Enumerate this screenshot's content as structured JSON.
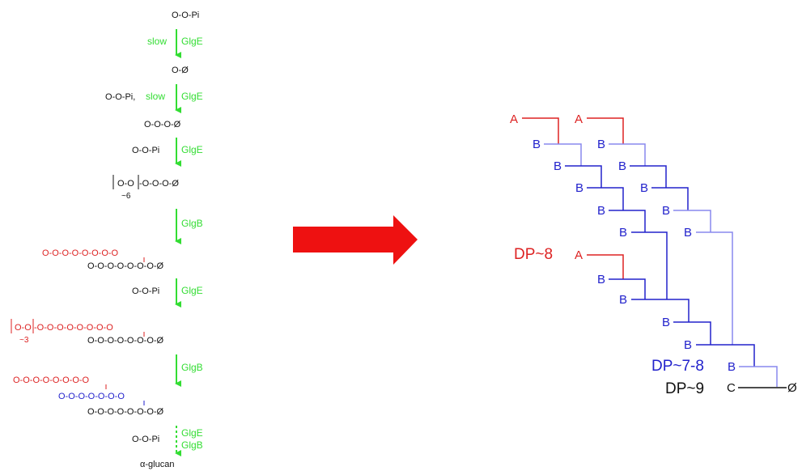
{
  "colors": {
    "enzyme": "#33dd33",
    "black": "#111111",
    "red": "#dd2222",
    "blue": "#2222cc",
    "light_blue": "#8888ee",
    "arrow": "#ee1111"
  },
  "left": {
    "step1_substrate": "O-O-Pi",
    "step1_rate": "slow",
    "step1_enzyme": "GlgE",
    "step1_product": "O-Ø",
    "step2_substrate": "O-O-Pi,",
    "step2_rate": "slow",
    "step2_enzyme": "GlgE",
    "step2_product": "O-O-O-Ø",
    "step3_substrate": "O-O-Pi",
    "step3_enzyme": "GlgE",
    "step3_block": "O-O",
    "step3_tail": "-O-O-O-Ø",
    "step3_count": "~6",
    "step4_enzyme": "GlgB",
    "step4_branch": "O-O-O-O-O-O-O-O",
    "step4_main": "O-O-O-O-O-O-O-Ø",
    "step5_substrate": "O-O-Pi",
    "step5_enzyme": "GlgE",
    "step5_block": "O-O",
    "step5_branch": "-O-O-O-O-O-O-O-O",
    "step5_count": "~3",
    "step5_main": "O-O-O-O-O-O-O-Ø",
    "step6_enzyme": "GlgB",
    "step6_red": "O-O-O-O-O-O-O-O",
    "step6_blue": "O-O-O-O-O-O-O",
    "step6_main": "O-O-O-O-O-O-O-Ø",
    "step7_substrate": "O-O-Pi",
    "step7_enzyme1": "GlgE",
    "step7_enzyme2": "GlgB",
    "final_product": "α-glucan"
  },
  "right": {
    "dp_red": "DP~8",
    "dp_blue": "DP~7-8",
    "dp_black": "DP~9",
    "chain_a": "A",
    "chain_b": "B",
    "chain_c": "C",
    "reducing_end": "Ø"
  }
}
